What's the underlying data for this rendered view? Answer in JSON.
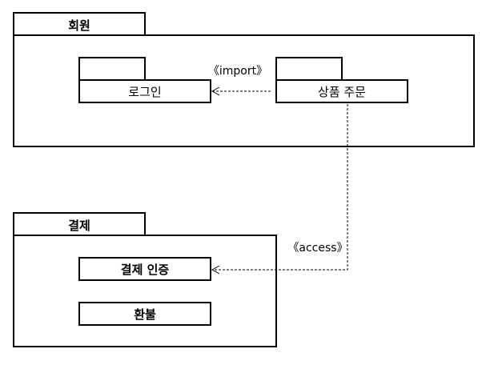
{
  "packages": {
    "member": {
      "name": "회원",
      "login": "로그인",
      "product_order": "상품 주문"
    },
    "payment": {
      "name": "결제",
      "payment_auth": "결제 인증",
      "refund": "환불"
    }
  },
  "dependencies": {
    "import_label": "《import》",
    "access_label": "《access》"
  }
}
